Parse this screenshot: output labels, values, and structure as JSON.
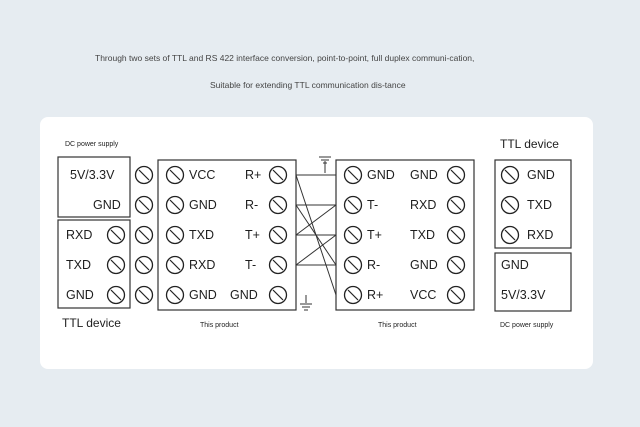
{
  "header": {
    "intro": "Through two sets of TTL and RS 422 interface conversion, point-to-point, full duplex communi-cation,",
    "suitable": "Suitable for extending TTL communication dis-tance"
  },
  "left_power": {
    "caption": "DC power supply",
    "voltage": "5V/3.3V",
    "gnd": "GND"
  },
  "left_ttl": {
    "caption": "TTL device",
    "pins": [
      "RXD",
      "TXD",
      "GND"
    ]
  },
  "product1": {
    "caption": "This product",
    "left_pins": [
      "VCC",
      "GND",
      "TXD",
      "RXD",
      "GND"
    ],
    "right_pins": [
      "R+",
      "R-",
      "T+",
      "T-",
      "GND"
    ]
  },
  "product2": {
    "caption": "This product",
    "left_pins": [
      "GND",
      "T-",
      "T+",
      "R-",
      "R+"
    ],
    "right_pins": [
      "GND",
      "RXD",
      "TXD",
      "GND",
      "VCC"
    ]
  },
  "right_ttl": {
    "caption": "TTL device",
    "pins": [
      "GND",
      "TXD",
      "RXD"
    ]
  },
  "right_power": {
    "caption": "DC power supply",
    "gnd": "GND",
    "voltage": "5V/3.3V"
  },
  "colors": {
    "background": "#e6ecf1",
    "panel": "#ffffff",
    "line": "#333333"
  },
  "icons": [
    "screw-terminal-icon",
    "ground-symbol-icon"
  ]
}
